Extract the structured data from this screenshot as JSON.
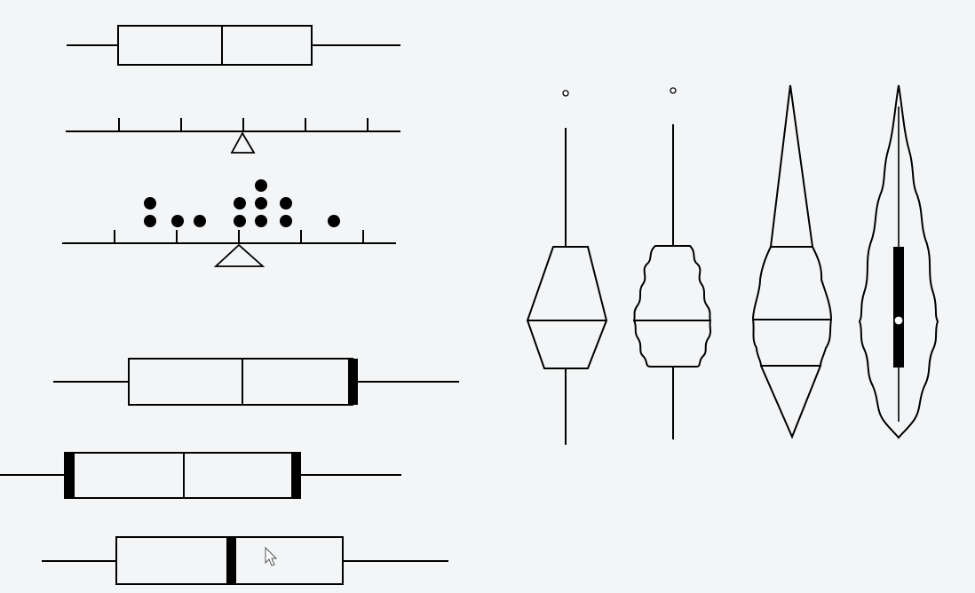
{
  "colors": {
    "background": "#f4f5f6",
    "ink": "#000000",
    "outlier_fill": "#ffffff",
    "median_dot_fill": "#ffffff"
  },
  "icons": {
    "balance_marker": "triangle-up-outline",
    "dot": "filled-circle",
    "cursor": "mouse-pointer-arrow"
  },
  "panels": {
    "left": [
      "box-plot",
      "balance-axis",
      "dot-plot",
      "box-plot-thick-right",
      "box-plot-thick-both",
      "box-plot-thick-median"
    ],
    "right": [
      "notched-box-plot",
      "vase-plot",
      "bean-plot",
      "violin-plot"
    ]
  }
}
